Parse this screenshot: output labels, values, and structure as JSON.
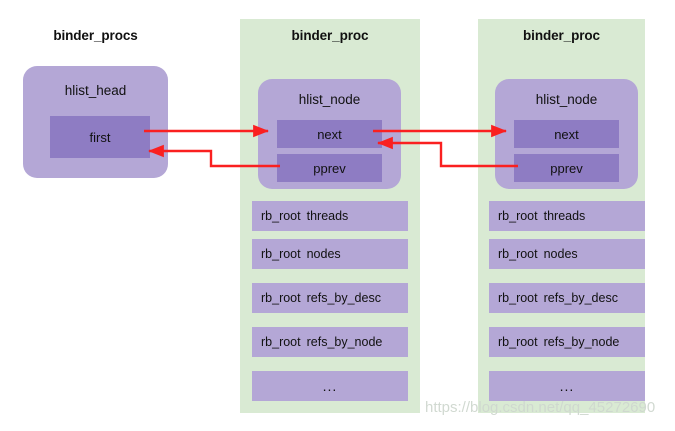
{
  "diagram": {
    "title_visible": false,
    "colors": {
      "panel_green": "#d9ead3",
      "struct_purple": "#b4a7d6",
      "field_purple": "#8e7cc3",
      "arrow_red": "#fa2020",
      "text": "#111111",
      "watermark": "#cfd8cf",
      "background": "#ffffff"
    },
    "columns": [
      {
        "header": "binder_procs",
        "has_green_panel": false,
        "struct": {
          "title": "hlist_head",
          "fields": [
            {
              "label": "first"
            }
          ]
        },
        "members": []
      },
      {
        "header": "binder_proc",
        "has_green_panel": true,
        "struct": {
          "title": "hlist_node",
          "fields": [
            {
              "label": "next"
            },
            {
              "label": "pprev"
            }
          ]
        },
        "members": [
          {
            "type": "rb_root",
            "name": "threads"
          },
          {
            "type": "rb_root",
            "name": "nodes"
          },
          {
            "type": "rb_root",
            "name": "refs_by_desc"
          },
          {
            "type": "rb_root",
            "name": "refs_by_node"
          },
          {
            "type": "",
            "name": "..."
          }
        ]
      },
      {
        "header": "binder_proc",
        "has_green_panel": true,
        "struct": {
          "title": "hlist_node",
          "fields": [
            {
              "label": "next"
            },
            {
              "label": "pprev"
            }
          ]
        },
        "members": [
          {
            "type": "rb_root",
            "name": "threads"
          },
          {
            "type": "rb_root",
            "name": "nodes"
          },
          {
            "type": "rb_root",
            "name": "refs_by_desc"
          },
          {
            "type": "rb_root",
            "name": "refs_by_node"
          },
          {
            "type": "",
            "name": "..."
          }
        ]
      }
    ],
    "connections": [
      {
        "from": "col0.first",
        "to": "col1.next",
        "direction": "forward"
      },
      {
        "from": "col1.pprev",
        "to": "col0.first",
        "direction": "backward"
      },
      {
        "from": "col1.next",
        "to": "col2.next",
        "direction": "forward"
      },
      {
        "from": "col2.pprev",
        "to": "col1.next",
        "direction": "backward"
      }
    ]
  },
  "watermark": {
    "text": "https://blog.csdn.net/qq_45272690"
  }
}
